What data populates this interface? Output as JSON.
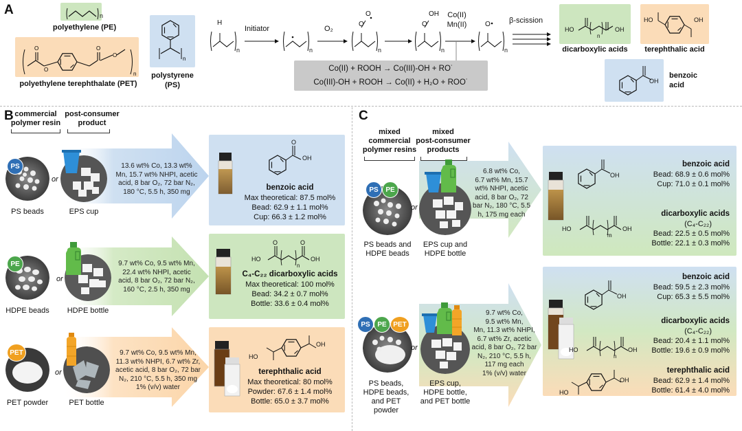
{
  "panel_a": {
    "letter": "A",
    "polymers": {
      "pe": "polyethylene (PE)",
      "pet": "polyethylene terephthalate (PET)",
      "ps_line1": "polystyrene",
      "ps_line2": "(PS)"
    },
    "atoms": {
      "H": "H",
      "O": "O",
      "OH": "OH",
      "HO": "HO",
      "n": "n",
      "m": "m"
    },
    "steps": {
      "initiator": "Initiator",
      "o2": "O₂",
      "catalyst_line1": "Co(II)",
      "catalyst_line2": "Mn(II)",
      "scission": "β-scission"
    },
    "reactions": [
      "Co(II) + ROOH → Co(III)-OH + RO˙",
      "Co(III)-OH + ROOH → Co(II) + H₂O + ROO˙"
    ],
    "products": {
      "dicarboxylic": "dicarboxylic acids",
      "terephthalic": "terephthalic acid",
      "benzoic_line1": "benzoic",
      "benzoic_line2": "acid"
    }
  },
  "panel_b": {
    "letter": "B",
    "col1": [
      "commercial",
      "polymer resin"
    ],
    "col2": [
      "post-consumer",
      "product"
    ],
    "or": "or",
    "rows": [
      {
        "tag": "PS",
        "bead_label": "PS beads",
        "product_label": "EPS cup",
        "conditions": [
          "13.6 wt% Co, 13.3 wt%",
          "Mn, 15.7 wt% NHPI, acetic",
          "acid, 8 bar O₂, 72 bar N₂,",
          "180 °C, 5.5 h, 350 mg"
        ],
        "result_title": "benzoic acid",
        "results": [
          "Max theoretical: 87.5 mol%",
          "Bead: 62.9 ± 1.1 mol%",
          "Cup: 66.3 ± 1.2 mol%"
        ]
      },
      {
        "tag": "PE",
        "bead_label": "HDPE beads",
        "product_label": "HDPE bottle",
        "conditions": [
          "9.7 wt% Co, 9.5 wt% Mn,",
          "22.4 wt% NHPI, acetic",
          "acid, 8 bar O₂, 72 bar N₂,",
          "160 °C, 2.5 h, 350 mg"
        ],
        "result_title": "C₄-C₂₂ dicarboxylic acids",
        "results": [
          "Max theoretical: 100 mol%",
          "Bead: 34.2 ± 0.7 mol%",
          "Bottle: 33.6 ± 0.4 mol%"
        ]
      },
      {
        "tag": "PET",
        "bead_label": "PET powder",
        "product_label": "PET bottle",
        "conditions": [
          "9.7 wt% Co, 9.5 wt% Mn,",
          "11.3 wt% NHPI, 6.7 wt% Zr,",
          "acetic acid, 8 bar O₂, 72 bar",
          "N₂, 210 °C, 5.5 h, 350 mg",
          "1% (v/v) water"
        ],
        "result_title": "terephthalic acid",
        "results": [
          "Max theoretical: 80 mol%",
          "Powder: 67.6 ± 1.4 mol%",
          "Bottle: 65.0 ± 3.7 mol%"
        ]
      }
    ]
  },
  "panel_c": {
    "letter": "C",
    "col1": [
      "mixed",
      "commercial",
      "polymer resins"
    ],
    "col2": [
      "mixed",
      "post-consumer",
      "products"
    ],
    "or": "or",
    "row1": {
      "tags": [
        "PS",
        "PE"
      ],
      "bead_label": [
        "PS beads and",
        "HDPE beads"
      ],
      "product_label": [
        "EPS cup and",
        "HDPE bottle"
      ],
      "conditions": [
        "6.8 wt% Co,",
        "6.7 wt% Mn, 15.7",
        "wt% NHPI, acetic",
        "acid, 8 bar O₂, 72",
        "bar N₂, 180 °C, 5.5",
        "h, 175 mg each"
      ],
      "benzoic_title": "benzoic acid",
      "benzoic": [
        "Bead: 68.9 ± 0.6 mol%",
        "Cup: 71.0 ± 0.1 mol%"
      ],
      "dicarb_title": "dicarboxylic acids",
      "dicarb_sub": "(C₄-C₂₂)",
      "dicarb": [
        "Bead: 22.5 ± 0.5 mol%",
        "Bottle: 22.1 ± 0.3 mol%"
      ]
    },
    "row2": {
      "tags": [
        "PS",
        "PE",
        "PET"
      ],
      "bead_label": [
        "PS beads,",
        "HDPE beads,",
        "and PET",
        "powder"
      ],
      "product_label": [
        "EPS cup,",
        "HDPE bottle,",
        "and PET bottle"
      ],
      "conditions": [
        "9.7 wt% Co,",
        "9.5 wt% Mn,",
        "Mn, 11.3 wt% NHPI,",
        "6.7 wt% Zr, acetic",
        "acid, 8 bar O₂, 72 bar",
        "N₂, 210 °C, 5.5 h,",
        "117 mg each",
        "1% (v/v) water"
      ],
      "benzoic_title": "benzoic acid",
      "benzoic": [
        "Bead: 59.5 ± 2.3 mol%",
        "Cup: 65.3 ± 5.5 mol%"
      ],
      "dicarb_title": "dicarboxylic acids",
      "dicarb_sub": "(C₄-C₂₂)",
      "dicarb": [
        "Bead: 20.4 ± 1.1 mol%",
        "Bottle: 19.6 ± 0.9 mol%"
      ],
      "tere_title": "terephthalic acid",
      "tere": [
        "Bead: 62.9 ± 1.4 mol%",
        "Bottle: 61.4 ± 4.0 mol%"
      ]
    }
  },
  "colors": {
    "ps_blue": "#cfe0f1",
    "pe_green": "#cde6bf",
    "pet_orange": "#fbdcb8",
    "gray_box": "#c9c9c9",
    "tag_ps": "#2f6fb5",
    "tag_pe": "#4ca64c",
    "tag_pet": "#f0a020"
  },
  "icons": [
    "benzene-ring",
    "vial",
    "cup",
    "bottle",
    "beads"
  ]
}
